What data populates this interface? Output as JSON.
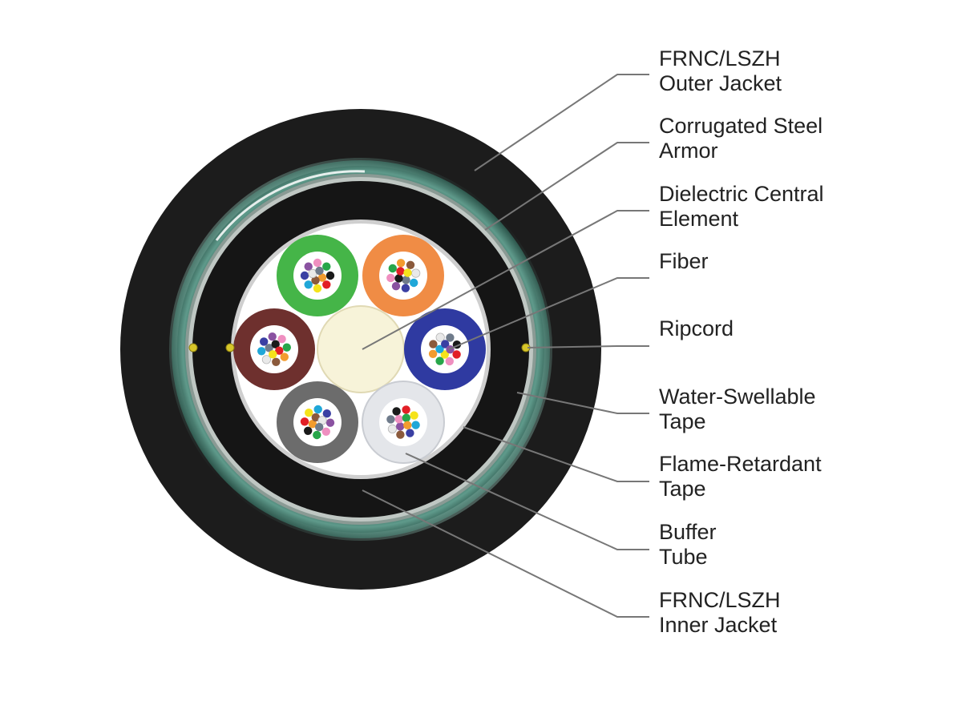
{
  "labels": [
    {
      "id": "outer-jacket",
      "lines": [
        "FRNC/LSZH",
        "Outer Jacket"
      ]
    },
    {
      "id": "steel-armor",
      "lines": [
        "Corrugated Steel",
        "Armor"
      ]
    },
    {
      "id": "central-element",
      "lines": [
        "Dielectric Central",
        "Element"
      ]
    },
    {
      "id": "fiber",
      "lines": [
        "Fiber"
      ]
    },
    {
      "id": "ripcord",
      "lines": [
        "Ripcord"
      ]
    },
    {
      "id": "water-tape",
      "lines": [
        "Water-Swellable",
        "Tape"
      ]
    },
    {
      "id": "flame-tape",
      "lines": [
        "Flame-Retardant",
        "Tape"
      ]
    },
    {
      "id": "buffer-tube",
      "lines": [
        "Buffer",
        "Tube"
      ]
    },
    {
      "id": "inner-jacket",
      "lines": [
        "FRNC/LSZH",
        "Inner Jacket"
      ]
    }
  ],
  "colors": {
    "jacket": "#1c1c1c",
    "armor": "#3d6e62",
    "armor_light": "#7fb2a4",
    "leader": "#777777",
    "central_element": "#f7f3d9",
    "ripcord": "#d7c62a",
    "tubes": [
      "#45b548",
      "#f08c45",
      "#2f3aa1",
      "#e4e6ea",
      "#6c6c6c",
      "#6e302e"
    ],
    "fibers": [
      "#1a1a1a",
      "#e21f26",
      "#f5e31b",
      "#20a7d8",
      "#3a3fa3",
      "#8a52a1",
      "#ef8fc0",
      "#27a64a",
      "#f39c2e",
      "#8b5a3c",
      "#e9e9e9",
      "#6f7b8b"
    ]
  }
}
